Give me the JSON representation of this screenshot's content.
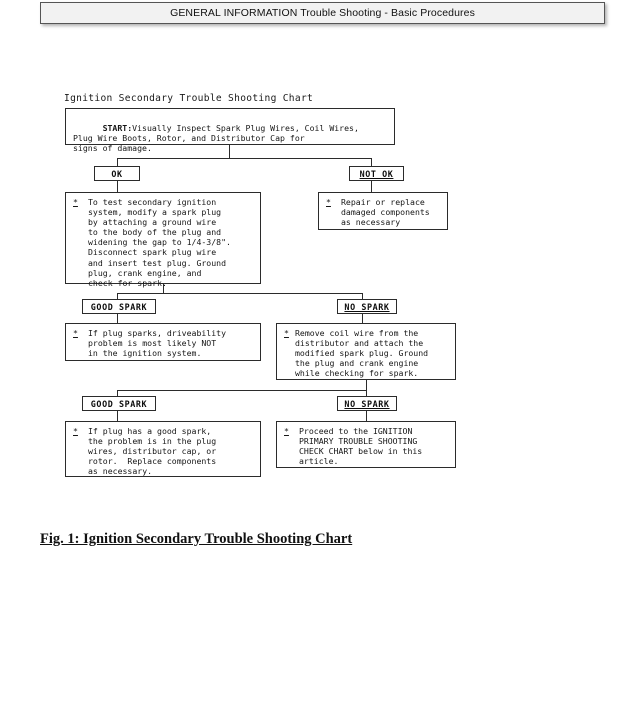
{
  "header": {
    "title": "GENERAL INFORMATION Trouble Shooting - Basic Procedures"
  },
  "chart": {
    "title": "Ignition Secondary Trouble Shooting Chart",
    "bullet_glyph": "*",
    "start_label": "START:",
    "start_text": "Visually Inspect Spark Plug Wires, Coil Wires,\nPlug Wire Boots, Rotor, and Distributor Cap for\nsigns of damage.",
    "tags": {
      "ok": "OK",
      "not_ok": "NOT OK",
      "good_spark_1": "GOOD SPARK",
      "no_spark_1": "NO SPARK",
      "good_spark_2": "GOOD SPARK",
      "no_spark_2": "NO SPARK"
    },
    "nodes": {
      "test_secondary": "To test secondary ignition\nsystem, modify a spark plug\nby attaching a ground wire\nto the body of the plug and\nwidening the gap to 1/4-3/8\".\nDisconnect spark plug wire\nand insert test plug. Ground\nplug, crank engine, and\ncheck for spark.",
      "repair_replace": "Repair or replace\ndamaged components\nas necessary",
      "driveability": "If plug sparks, driveability\nproblem is most likely NOT\nin the ignition system.",
      "remove_coil_wire": "Remove coil wire from the\ndistributor and attach the\nmodified spark plug. Ground\nthe plug and crank engine\nwhile checking for spark.",
      "plug_wires_cap_rotor": "If plug has a good spark,\nthe problem is in the plug\nwires, distributor cap, or\nrotor.  Replace components\nas necessary.",
      "proceed_primary": "Proceed to the IGNITION\nPRIMARY TROUBLE SHOOTING\nCHECK CHART below in this\narticle."
    }
  },
  "figure": {
    "caption": "Fig. 1: Ignition Secondary Trouble Shooting Chart"
  },
  "colors": {
    "header_fill": "#f2f2f2",
    "line": "#2b2b2b",
    "text": "#161616"
  }
}
